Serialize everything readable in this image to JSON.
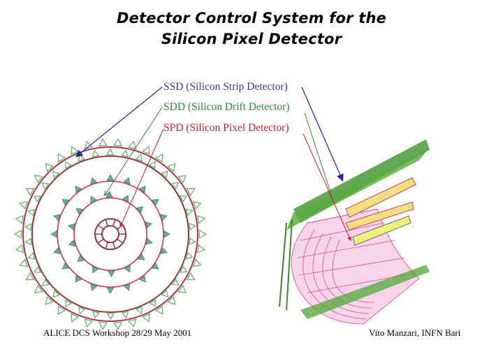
{
  "slide": {
    "title_line1": "Detector Control System for the",
    "title_line2": "Silicon Pixel Detector"
  },
  "labels": [
    {
      "text": "SSD (Silicon Strip Detector)",
      "color": "#3a3aa0"
    },
    {
      "text": "SDD (Silicon Drift Detector)",
      "color": "#2f8a2f"
    },
    {
      "text": "SPD (Silicon Pixel Detector)",
      "color": "#d0202a"
    }
  ],
  "footer": {
    "left": "ALICE DCS Workshop 28/29 May 2001",
    "right": "Vito Manzari, INFN Bari"
  },
  "figures": {
    "cross_section": "detector-cross-section-diagram",
    "perspective": "detector-3d-perspective-diagram"
  }
}
